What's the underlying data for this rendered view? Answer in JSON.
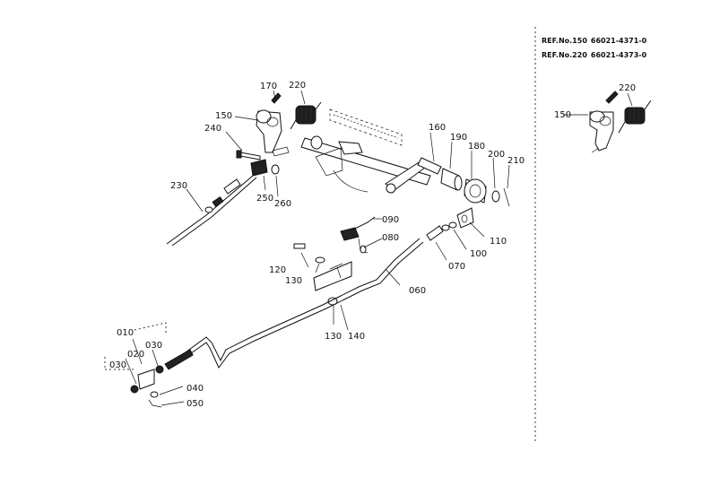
{
  "reference_notes": [
    {
      "ref": "REF.No.150",
      "part_no": "66021-4371-0"
    },
    {
      "ref": "REF.No.220",
      "part_no": "66021-4373-0"
    }
  ],
  "callouts": {
    "p010": "010",
    "p020": "020",
    "p030a": "030",
    "p030b": "030",
    "p040": "040",
    "p050": "050",
    "p060": "060",
    "p070": "070",
    "p080": "080",
    "p090": "090",
    "p100": "100",
    "p110": "110",
    "p120": "120",
    "p130a": "130",
    "p130b": "130",
    "p140": "140",
    "p150": "150",
    "p160": "160",
    "p170": "170",
    "p180": "180",
    "p190": "190",
    "p200": "200",
    "p210": "210",
    "p220": "220",
    "p230": "230",
    "p240": "240",
    "p250": "250",
    "p260": "260"
  },
  "inset_callouts": {
    "p150": "150",
    "p220": "220"
  }
}
